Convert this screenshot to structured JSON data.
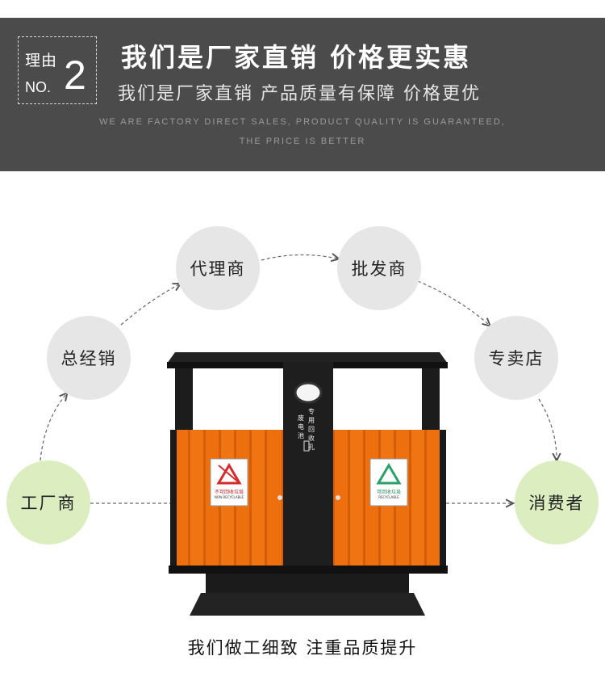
{
  "banner": {
    "badge_reason": "理由",
    "badge_no": "NO.",
    "badge_number": "2",
    "title": "我们是厂家直销  价格更实惠",
    "subtitle": "我们是厂家直销  产品质量有保障  价格更优",
    "english_line1": "WE ARE FACTORY DIRECT SALES, PRODUCT QUALITY IS GUARANTEED,",
    "english_line2": "THE PRICE IS BETTER"
  },
  "flow": {
    "factory": "工厂商",
    "distributor": "总经销",
    "agent": "代理商",
    "wholesaler": "批发商",
    "store": "专卖店",
    "consumer": "消费者"
  },
  "product": {
    "center_label_left": "废电池",
    "center_label_right": "专用回收孔",
    "left_sign_text": "不可回收垃圾",
    "left_sign_en": "NON-RECYCLABLE",
    "right_sign_text": "可回收垃圾",
    "right_sign_en": "RECYCLABLE"
  },
  "colors": {
    "banner_bg": "#4b4b4b",
    "node_grey": "#e6e6e6",
    "node_green": "#dcedc0",
    "wood_orange": "#ee6f0e",
    "metal_black": "#1c1c1c"
  },
  "caption": "我们做工细致  注重品质提升"
}
